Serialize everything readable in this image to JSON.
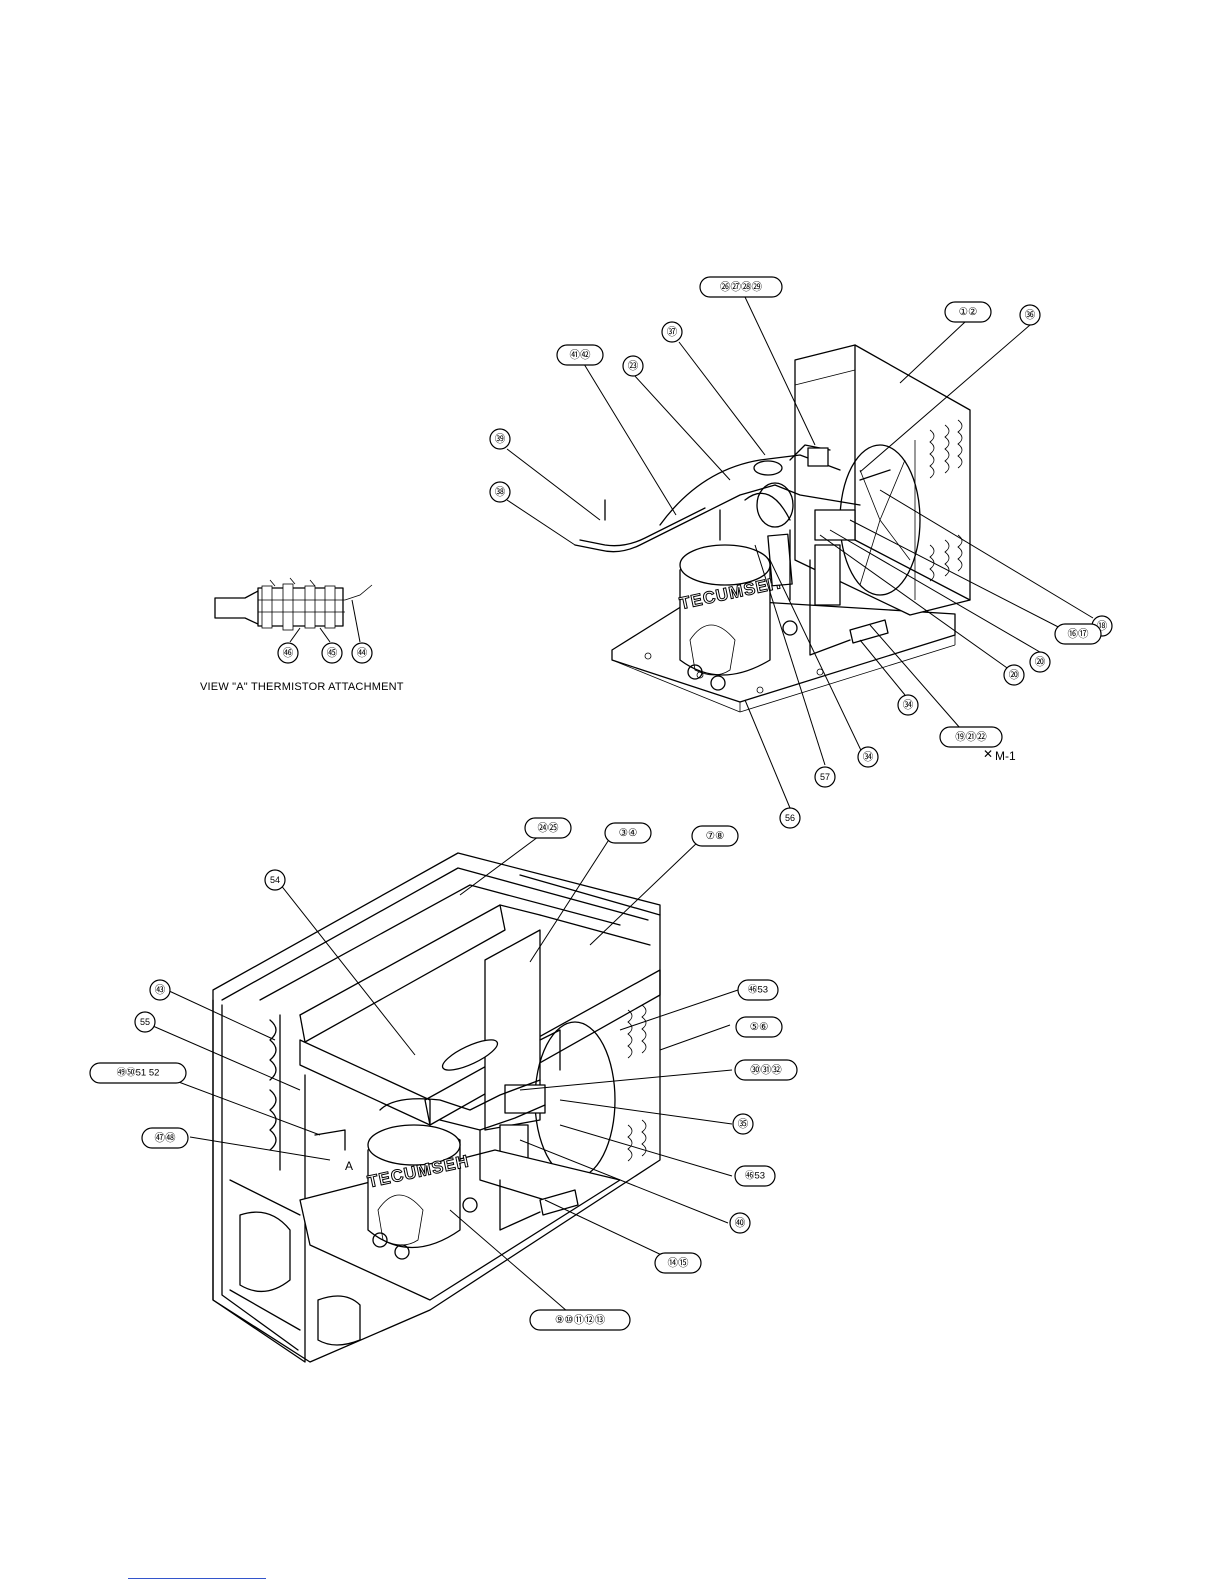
{
  "view_caption": "VIEW \"A\" THERMISTOR ATTACHMENT",
  "marker_label": "M-1",
  "view_marker": "A",
  "brand_text": "TECUMSEH",
  "callouts_top": [
    {
      "id": "c26",
      "text": "㉖㉗㉘㉙"
    },
    {
      "id": "c1",
      "text": "①②"
    },
    {
      "id": "c36",
      "text": "㊱"
    },
    {
      "id": "c37",
      "text": "㊲"
    },
    {
      "id": "c41",
      "text": "㊶㊷"
    },
    {
      "id": "c23",
      "text": "㉓"
    },
    {
      "id": "c39",
      "text": "㊴"
    },
    {
      "id": "c38",
      "text": "㊳"
    },
    {
      "id": "c18",
      "text": "⑱"
    },
    {
      "id": "c16",
      "text": "⑯⑰"
    },
    {
      "id": "c20a",
      "text": "⑳"
    },
    {
      "id": "c20b",
      "text": "⑳"
    },
    {
      "id": "c19",
      "text": "⑲㉑㉒"
    },
    {
      "id": "c34a",
      "text": "㉞"
    },
    {
      "id": "c34b",
      "text": "㉞"
    },
    {
      "id": "c57",
      "text": "57"
    },
    {
      "id": "c56",
      "text": "56"
    }
  ],
  "callouts_view_a": [
    {
      "id": "c46v",
      "text": "㊻"
    },
    {
      "id": "c45v",
      "text": "㊺"
    },
    {
      "id": "c44v",
      "text": "㊹"
    }
  ],
  "callouts_bottom": [
    {
      "id": "c24",
      "text": "㉔㉕"
    },
    {
      "id": "c3",
      "text": "③④"
    },
    {
      "id": "c7",
      "text": "⑦⑧"
    },
    {
      "id": "c54",
      "text": "54"
    },
    {
      "id": "c43",
      "text": "㊸"
    },
    {
      "id": "c55",
      "text": "55"
    },
    {
      "id": "c49",
      "text": "㊾㊿51 52"
    },
    {
      "id": "c47",
      "text": "㊼㊽"
    },
    {
      "id": "c46a",
      "text": "㊻53"
    },
    {
      "id": "c5",
      "text": "⑤⑥"
    },
    {
      "id": "c30",
      "text": "㉚㉛㉜"
    },
    {
      "id": "c35",
      "text": "㉟"
    },
    {
      "id": "c46b",
      "text": "㊻53"
    },
    {
      "id": "c40",
      "text": "㊵"
    },
    {
      "id": "c14",
      "text": "⑭⑮"
    },
    {
      "id": "c9",
      "text": "⑨⑩⑪⑫⑬"
    }
  ]
}
